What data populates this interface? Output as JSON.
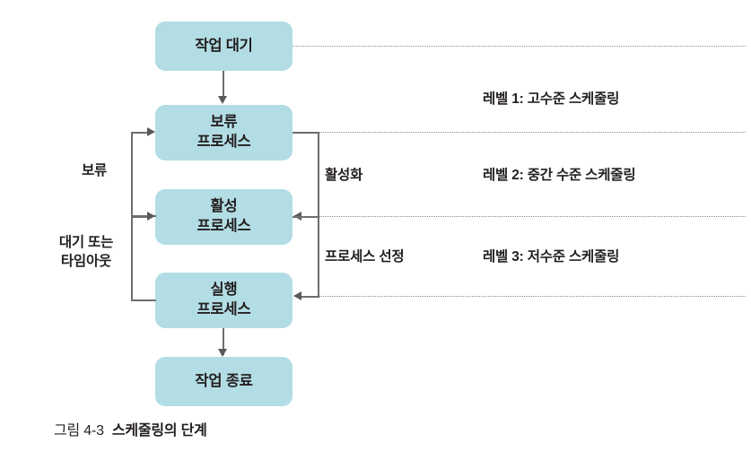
{
  "figure": {
    "caption_number": "그림 4-3",
    "caption_title": "스케줄링의 단계"
  },
  "nodes": [
    {
      "id": "job-wait",
      "line1": "작업 대기",
      "line2": ""
    },
    {
      "id": "pending-process",
      "line1": "보류",
      "line2": "프로세스"
    },
    {
      "id": "active-process",
      "line1": "활성",
      "line2": "프로세스"
    },
    {
      "id": "running-process",
      "line1": "실행",
      "line2": "프로세스"
    },
    {
      "id": "job-end",
      "line1": "작업 종료",
      "line2": ""
    }
  ],
  "edge_labels": {
    "hold": "보류",
    "wait_or_timeout_line1": "대기 또는",
    "wait_or_timeout_line2": "타임아웃",
    "activate": "활성화",
    "process_select": "프로세스 선정"
  },
  "levels": [
    {
      "id": "level-1",
      "label": "레벨 1: 고수준 스케줄링"
    },
    {
      "id": "level-2",
      "label": "레벨 2: 중간 수준 스케줄링"
    },
    {
      "id": "level-3",
      "label": "레벨 3: 저수준 스케줄링"
    }
  ],
  "colors": {
    "box_fill": "#b3dde4",
    "connector": "#6d6e71",
    "dotted_separator": "#8a8c8e",
    "text": "#231f20"
  }
}
